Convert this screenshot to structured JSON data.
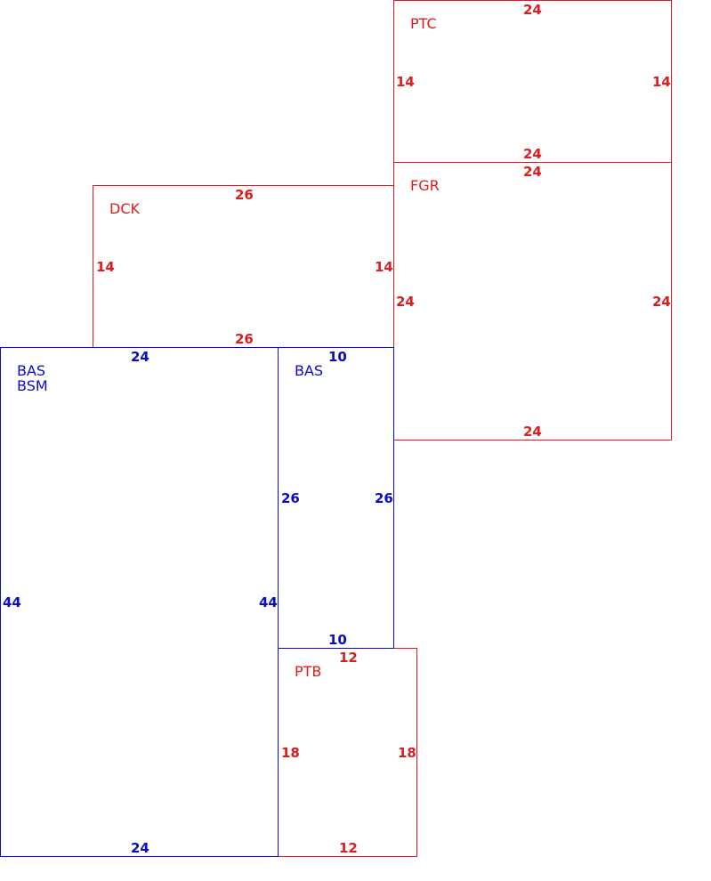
{
  "colors": {
    "red": "#dd1c1c",
    "blue": "#0a0acb"
  },
  "areas": [
    {
      "label_lines": [
        "PTC"
      ],
      "color": "red",
      "dims": {
        "top": "24",
        "bottom": "24",
        "left": "14",
        "right": "14"
      }
    },
    {
      "label_lines": [
        "FGR"
      ],
      "color": "red",
      "dims": {
        "top": "24",
        "bottom": "24",
        "left": "24",
        "right": "24"
      }
    },
    {
      "label_lines": [
        "DCK"
      ],
      "color": "red",
      "dims": {
        "top": "26",
        "bottom": "26",
        "left": "14",
        "right": "14"
      }
    },
    {
      "label_lines": [
        "BAS",
        "BSM"
      ],
      "color": "blue",
      "dims": {
        "top": "24",
        "bottom": "24",
        "left": "44",
        "right": "44"
      }
    },
    {
      "label_lines": [
        "BAS"
      ],
      "color": "blue",
      "dims": {
        "top": "10",
        "bottom": "10",
        "left": "26",
        "right": "26"
      }
    },
    {
      "label_lines": [
        "PTB"
      ],
      "color": "red",
      "dims": {
        "top": "12",
        "bottom": "12",
        "left": "18",
        "right": "18"
      }
    }
  ]
}
